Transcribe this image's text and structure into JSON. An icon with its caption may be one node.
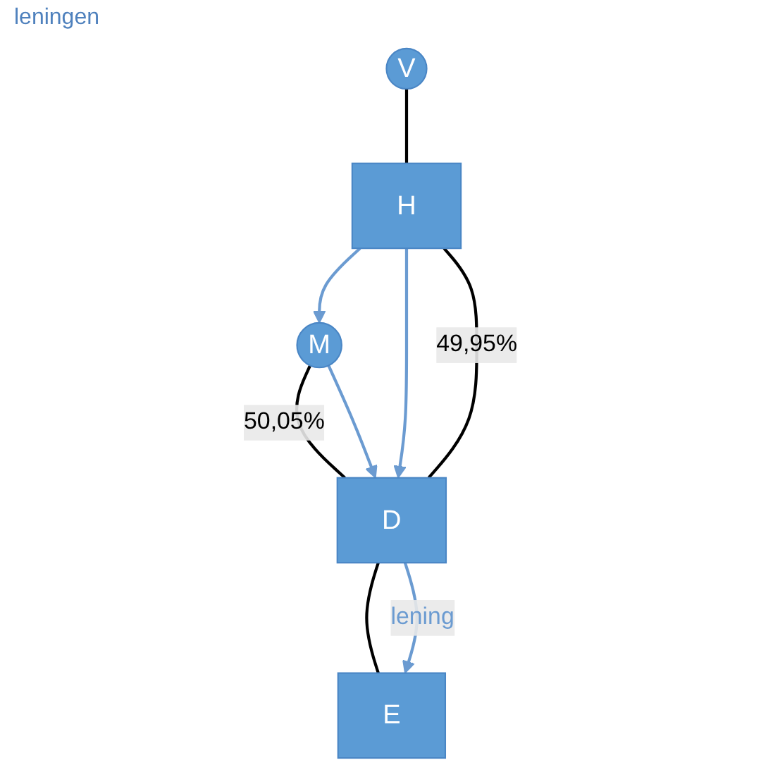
{
  "diagram": {
    "nodes": [
      {
        "text": [
          "M"
        ]
      },
      {
        "text": [
          "V"
        ]
      },
      {
        "text": [
          "H"
        ]
      },
      {
        "text": [
          "D"
        ]
      },
      {
        "text": [
          "E"
        ]
      }
    ],
    "edges": [
      {
        "from": 2,
        "to": 0,
        "arrow": "to",
        "color": "#6b9bd1"
      },
      {
        "from": 0,
        "to": 3,
        "arrow": "none",
        "label": "50,05%",
        "color": "#000000"
      },
      {
        "from": 0,
        "to": 3,
        "arrow": "to",
        "color": "#6b9bd1"
      },
      {
        "from": 1,
        "to": 2,
        "arrow": "none",
        "color": "#000000"
      },
      {
        "from": 2,
        "to": 3,
        "arrow": "to",
        "color": "#6b9bd1"
      },
      {
        "from": 2,
        "to": 3,
        "arrow": "none",
        "label": "49,95%",
        "color": "#000000"
      },
      {
        "from": 3,
        "to": 4,
        "arrow": "none",
        "color": "#000000"
      },
      {
        "from": 3,
        "to": 4,
        "arrow": "to",
        "label": "lening",
        "color": "#6b9bd1"
      }
    ],
    "labels": [
      "leningen"
    ]
  }
}
